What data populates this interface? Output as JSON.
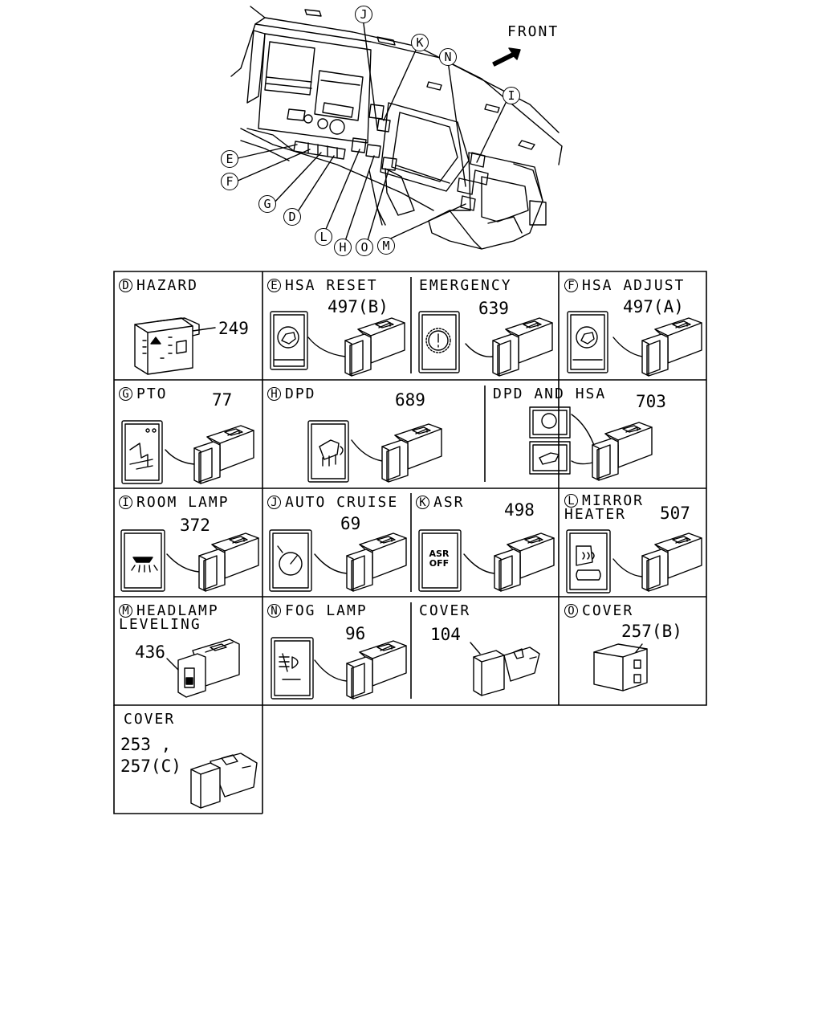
{
  "overview": {
    "front_label": "FRONT",
    "callouts": [
      "J",
      "K",
      "N",
      "I",
      "E",
      "F",
      "G",
      "D",
      "L",
      "H",
      "O",
      "M"
    ]
  },
  "panels": [
    {
      "letter": "D",
      "title": "HAZARD",
      "part": "249"
    },
    {
      "letter": "E",
      "title": "HSA RESET",
      "part": "497(B)"
    },
    {
      "letter": "",
      "title": "EMERGENCY",
      "part": "639"
    },
    {
      "letter": "F",
      "title": "HSA ADJUST",
      "part": "497(A)"
    },
    {
      "letter": "G",
      "title": "PTO",
      "part": "77"
    },
    {
      "letter": "H",
      "title": "DPD",
      "part": "689"
    },
    {
      "letter": "",
      "title": "DPD AND HSA",
      "part": "703"
    },
    {
      "letter": "I",
      "title": "ROOM LAMP",
      "part": "372"
    },
    {
      "letter": "J",
      "title": "AUTO CRUISE",
      "part": "69"
    },
    {
      "letter": "K",
      "title": "ASR",
      "part": "498",
      "icon_text": [
        "ASR",
        "OFF"
      ]
    },
    {
      "letter": "L",
      "title": "MIRROR\nHEATER",
      "part": "507"
    },
    {
      "letter": "M",
      "title": "HEADLAMP\nLEVELING",
      "part": "436"
    },
    {
      "letter": "N",
      "title": "FOG LAMP",
      "part": "96"
    },
    {
      "letter": "",
      "title": "COVER",
      "part": "104"
    },
    {
      "letter": "O",
      "title": "COVER",
      "part": "257(B)"
    },
    {
      "letter": "",
      "title": "COVER",
      "part": "253 ,\n257(C)"
    }
  ]
}
